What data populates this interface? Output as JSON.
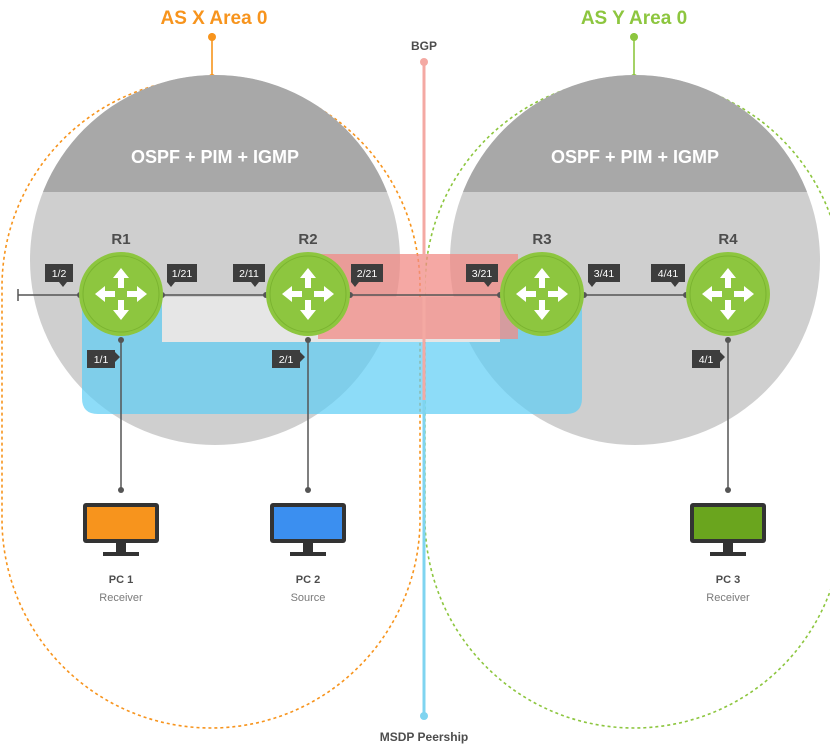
{
  "as_x": {
    "title": "AS X Area 0",
    "protocols": "OSPF + PIM + IGMP",
    "color": "#f7941d"
  },
  "as_y": {
    "title": "AS Y Area 0",
    "protocols": "OSPF + PIM + IGMP",
    "color": "#8dc63f"
  },
  "bgp": {
    "label": "BGP",
    "color": "#f4a9a3"
  },
  "msdp": {
    "label": "MSDP Peership",
    "color": "#7fd4f0"
  },
  "routers": [
    {
      "name": "R1"
    },
    {
      "name": "R2"
    },
    {
      "name": "R3"
    },
    {
      "name": "R4"
    }
  ],
  "ports": [
    {
      "label": "1/2"
    },
    {
      "label": "1/21"
    },
    {
      "label": "2/11"
    },
    {
      "label": "2/21"
    },
    {
      "label": "3/21"
    },
    {
      "label": "3/41"
    },
    {
      "label": "4/41"
    },
    {
      "label": "1/1"
    },
    {
      "label": "2/1"
    },
    {
      "label": "4/1"
    }
  ],
  "pcs": [
    {
      "name": "PC 1",
      "role": "Receiver",
      "color": "#f7941d"
    },
    {
      "name": "PC 2",
      "role": "Source",
      "color": "#3b8ff0"
    },
    {
      "name": "PC 3",
      "role": "Receiver",
      "color": "#6aa51e"
    }
  ],
  "colors": {
    "router_fill": "#8dc63f",
    "area_gray": "#cfcfcf",
    "area_header": "#a8a8a8",
    "port_tag": "#3d3d3d",
    "link_line": "#555555",
    "rp_highlight_red": "#f28b86",
    "rp_highlight_blue": "#5ccdf5"
  }
}
